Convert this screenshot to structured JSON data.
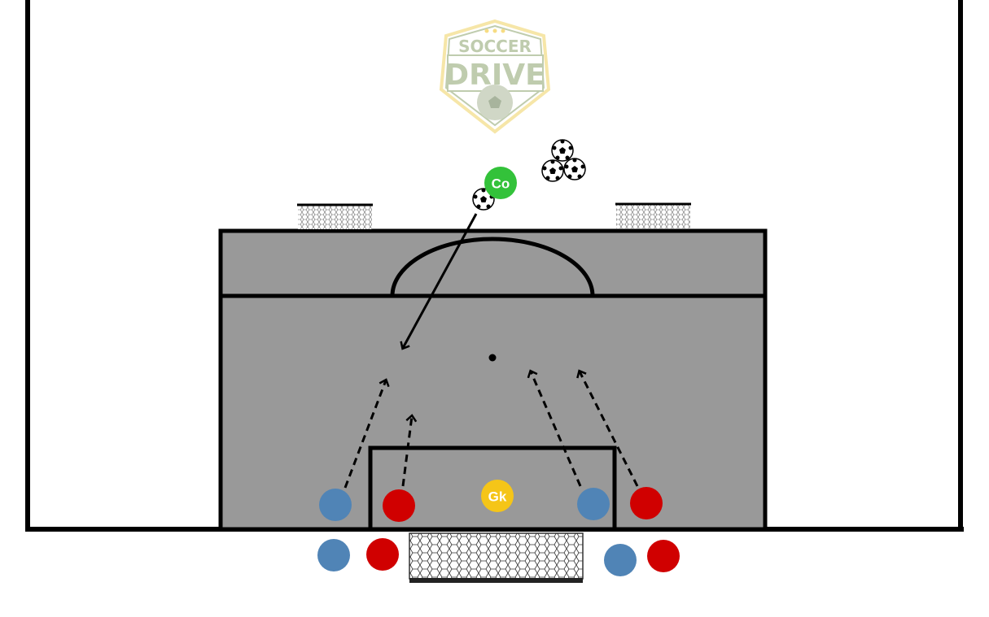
{
  "logo": {
    "line1": "SOCCER",
    "line2": "DRIVE"
  },
  "labels": {
    "coach": "Co",
    "goalkeeper": "Gk"
  },
  "colors": {
    "pitch_area": "#999999",
    "team_blue": "#5084b6",
    "team_red": "#d00000",
    "goalkeeper": "#f5c518",
    "coach": "#33c23a",
    "lines": "#000000"
  },
  "icons": {
    "ball": "soccer-ball-icon",
    "goal": "goal-net-icon"
  }
}
